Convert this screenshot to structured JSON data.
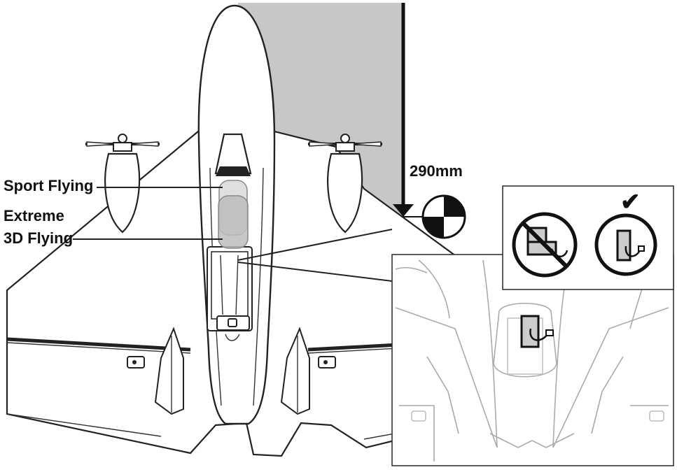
{
  "labels": {
    "sport": "Sport Flying",
    "extreme_line1": "Extreme",
    "extreme_line2": "3D Flying",
    "dimension": "290mm"
  },
  "check_mark": "✔",
  "colors": {
    "cg_band": "#c7c7c7",
    "outline": "#222222",
    "battery_sport": "#d9d9d9",
    "battery_extreme": "#bdbdbd",
    "inset_lines": "#aaaaaa"
  },
  "icons": {
    "cg": "center-of-gravity-icon",
    "wrong": "prohibited-battery-orientation-icon",
    "right": "correct-battery-orientation-icon"
  }
}
